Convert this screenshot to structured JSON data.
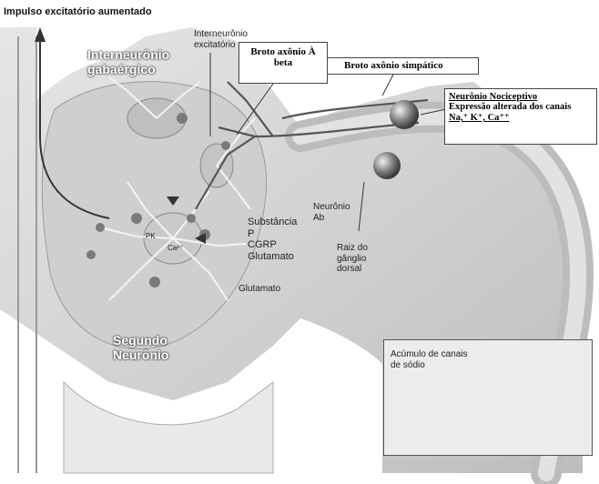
{
  "labels": {
    "title": "Impulso excitatório aumentado",
    "interneuronio_gaba": "Interneurônio gabaérgico",
    "interneuronio_excitatorio": "Interneurônio excitatório",
    "broto_axonio_abeta": "Broto axônio À beta",
    "broto_axonio_simpatico": "Broto axônio simpático",
    "neuronio_nociceptivo_title": "Neurônio Nociceptivo",
    "neuronio_nociceptivo_line2": "Expressão alterada dos canais",
    "neuronio_nociceptivo_ions": "Na,⁺ K⁺, Ca⁺⁺",
    "substancia": "Substância P",
    "cgrp": "CGRP",
    "glutamato_1": "Glutamato",
    "glutamato_2": "Glutamato",
    "neuronio_ab": "Neurônio Ab",
    "raiz": "Raiz do gânglio dorsal",
    "segundo_neuronio": "Segundo Neurônio",
    "pk": "PK",
    "ca": "Ca²⁺",
    "acumulo": "Acúmulo de canais de sódio"
  },
  "colors": {
    "tissue": "#d9d9d9",
    "tissue_dark": "#8c8c8c",
    "neuron": "#c7c7c7",
    "axon_dark": "#555555"
  }
}
